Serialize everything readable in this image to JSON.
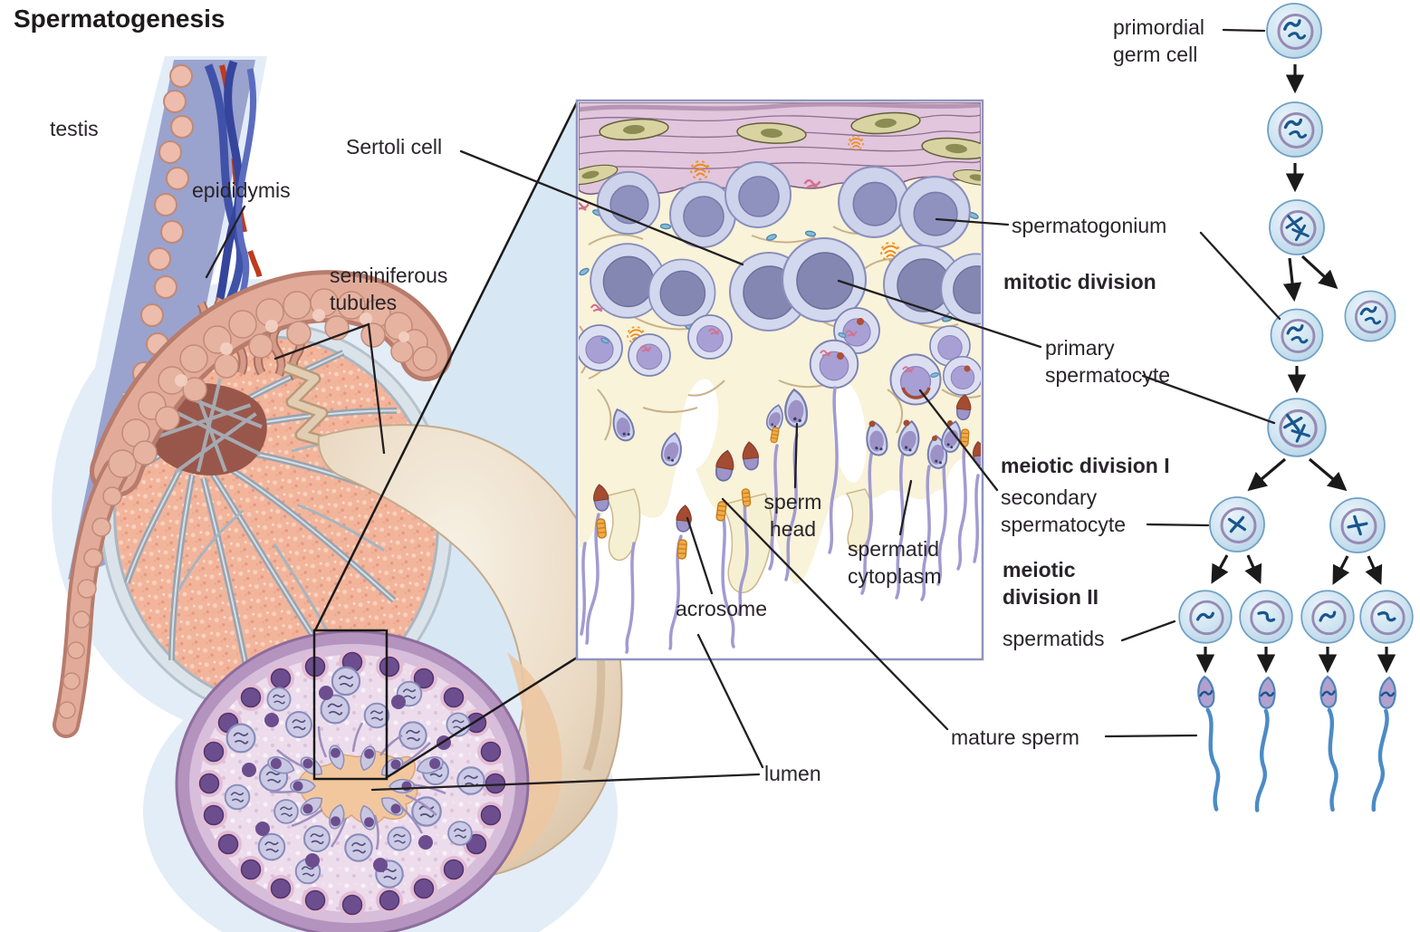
{
  "title": "Spermatogenesis",
  "anatomy": {
    "testis": "testis",
    "epididymis": "epididymis",
    "seminiferous_tubules": "seminiferous\ntubules"
  },
  "inset": {
    "sertoli_cell": "Sertoli cell",
    "spermatogonium": "spermatogonium",
    "primary_spermatocyte": "primary\nspermatocyte",
    "secondary_spermatocyte": "secondary\nspermatocyte",
    "sperm_head": "sperm\nhead",
    "spermatid_cytoplasm": "spermatid\ncytoplasm",
    "acrosome": "acrosome",
    "lumen": "lumen",
    "mature_sperm": "mature sperm"
  },
  "lineage": {
    "primordial_germ_cell": "primordial\ngerm cell",
    "mitotic_division": "mitotic division",
    "meiotic_division_I": "meiotic division I",
    "meiotic_division_II": "meiotic\ndivision II",
    "spermatids": "spermatids"
  },
  "lineage_order": [
    "primordial germ cell",
    "spermatogonium",
    "primary spermatocyte",
    "secondary spermatocyte",
    "spermatids",
    "mature sperm"
  ],
  "counts": {
    "secondary_spermatocytes": 2,
    "spermatids": 4,
    "mature_sperm": 4
  },
  "colors": {
    "background": "#ffffff",
    "silhouette_blue": "#e3edf7",
    "zoom_cone_blue": "#d7e8f4",
    "panel_border": "#8f93bf",
    "panel_interstitium": "#f8f3d9",
    "muscle_layer": "#e1c6dd",
    "myoid_cell": "#d9d3a2",
    "germ_cell_body": "#d0d6ec",
    "germ_cell_nucleus": "#8487b2",
    "spermatid_nucleus": "#a89fd4",
    "acrosome_red": "#a34c31",
    "midpiece_orange": "#f2ab46",
    "tail_lavender": "#a19bd1",
    "flow_cell_fill": "#cfe4f1",
    "flow_cell_outline": "#6fa0c4",
    "nuclear_envelope": "#968bb4",
    "chromosome_blue": "#18568f",
    "sperm_blue": "#4b8bc6",
    "sperm_head_purple": "#b2a1ce",
    "leader_line": "#231f20",
    "testis_fill": "#f2b59c",
    "septa_gray": "#9aa6b2",
    "epididymis_pink": "#e2ab99",
    "vessel_blue": "#4052a8",
    "artery_red": "#c03a1c",
    "tubule_beige": "#ead9c2",
    "disc_rim": "#b493be",
    "disc_interior": "#ecdcec",
    "dark_cell_purple": "#6c4e8e",
    "lumen_salmon": "#f3c79e"
  }
}
